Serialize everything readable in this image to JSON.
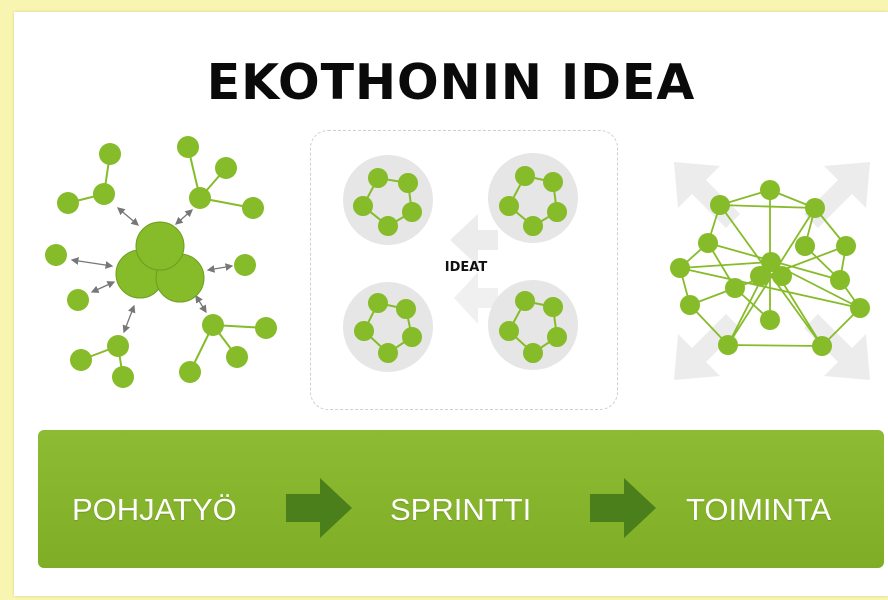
{
  "title": "EKOTHONIN IDEA",
  "ideat_label": "IDEAT",
  "stages": [
    "POHJATYÖ",
    "SPRINTTI",
    "TOIMINTA"
  ],
  "colors": {
    "background": "#f8f5b0",
    "card": "#ffffff",
    "node_green": "#86bb2a",
    "banner_green": "#86b52d",
    "arrow_green": "#4b7f1b",
    "text_dark": "#0a0a0a",
    "text_white": "#ffffff"
  },
  "icons": [
    "hub-network-icon",
    "idea-clusters-icon",
    "mesh-network-icon",
    "right-arrow-icon"
  ]
}
